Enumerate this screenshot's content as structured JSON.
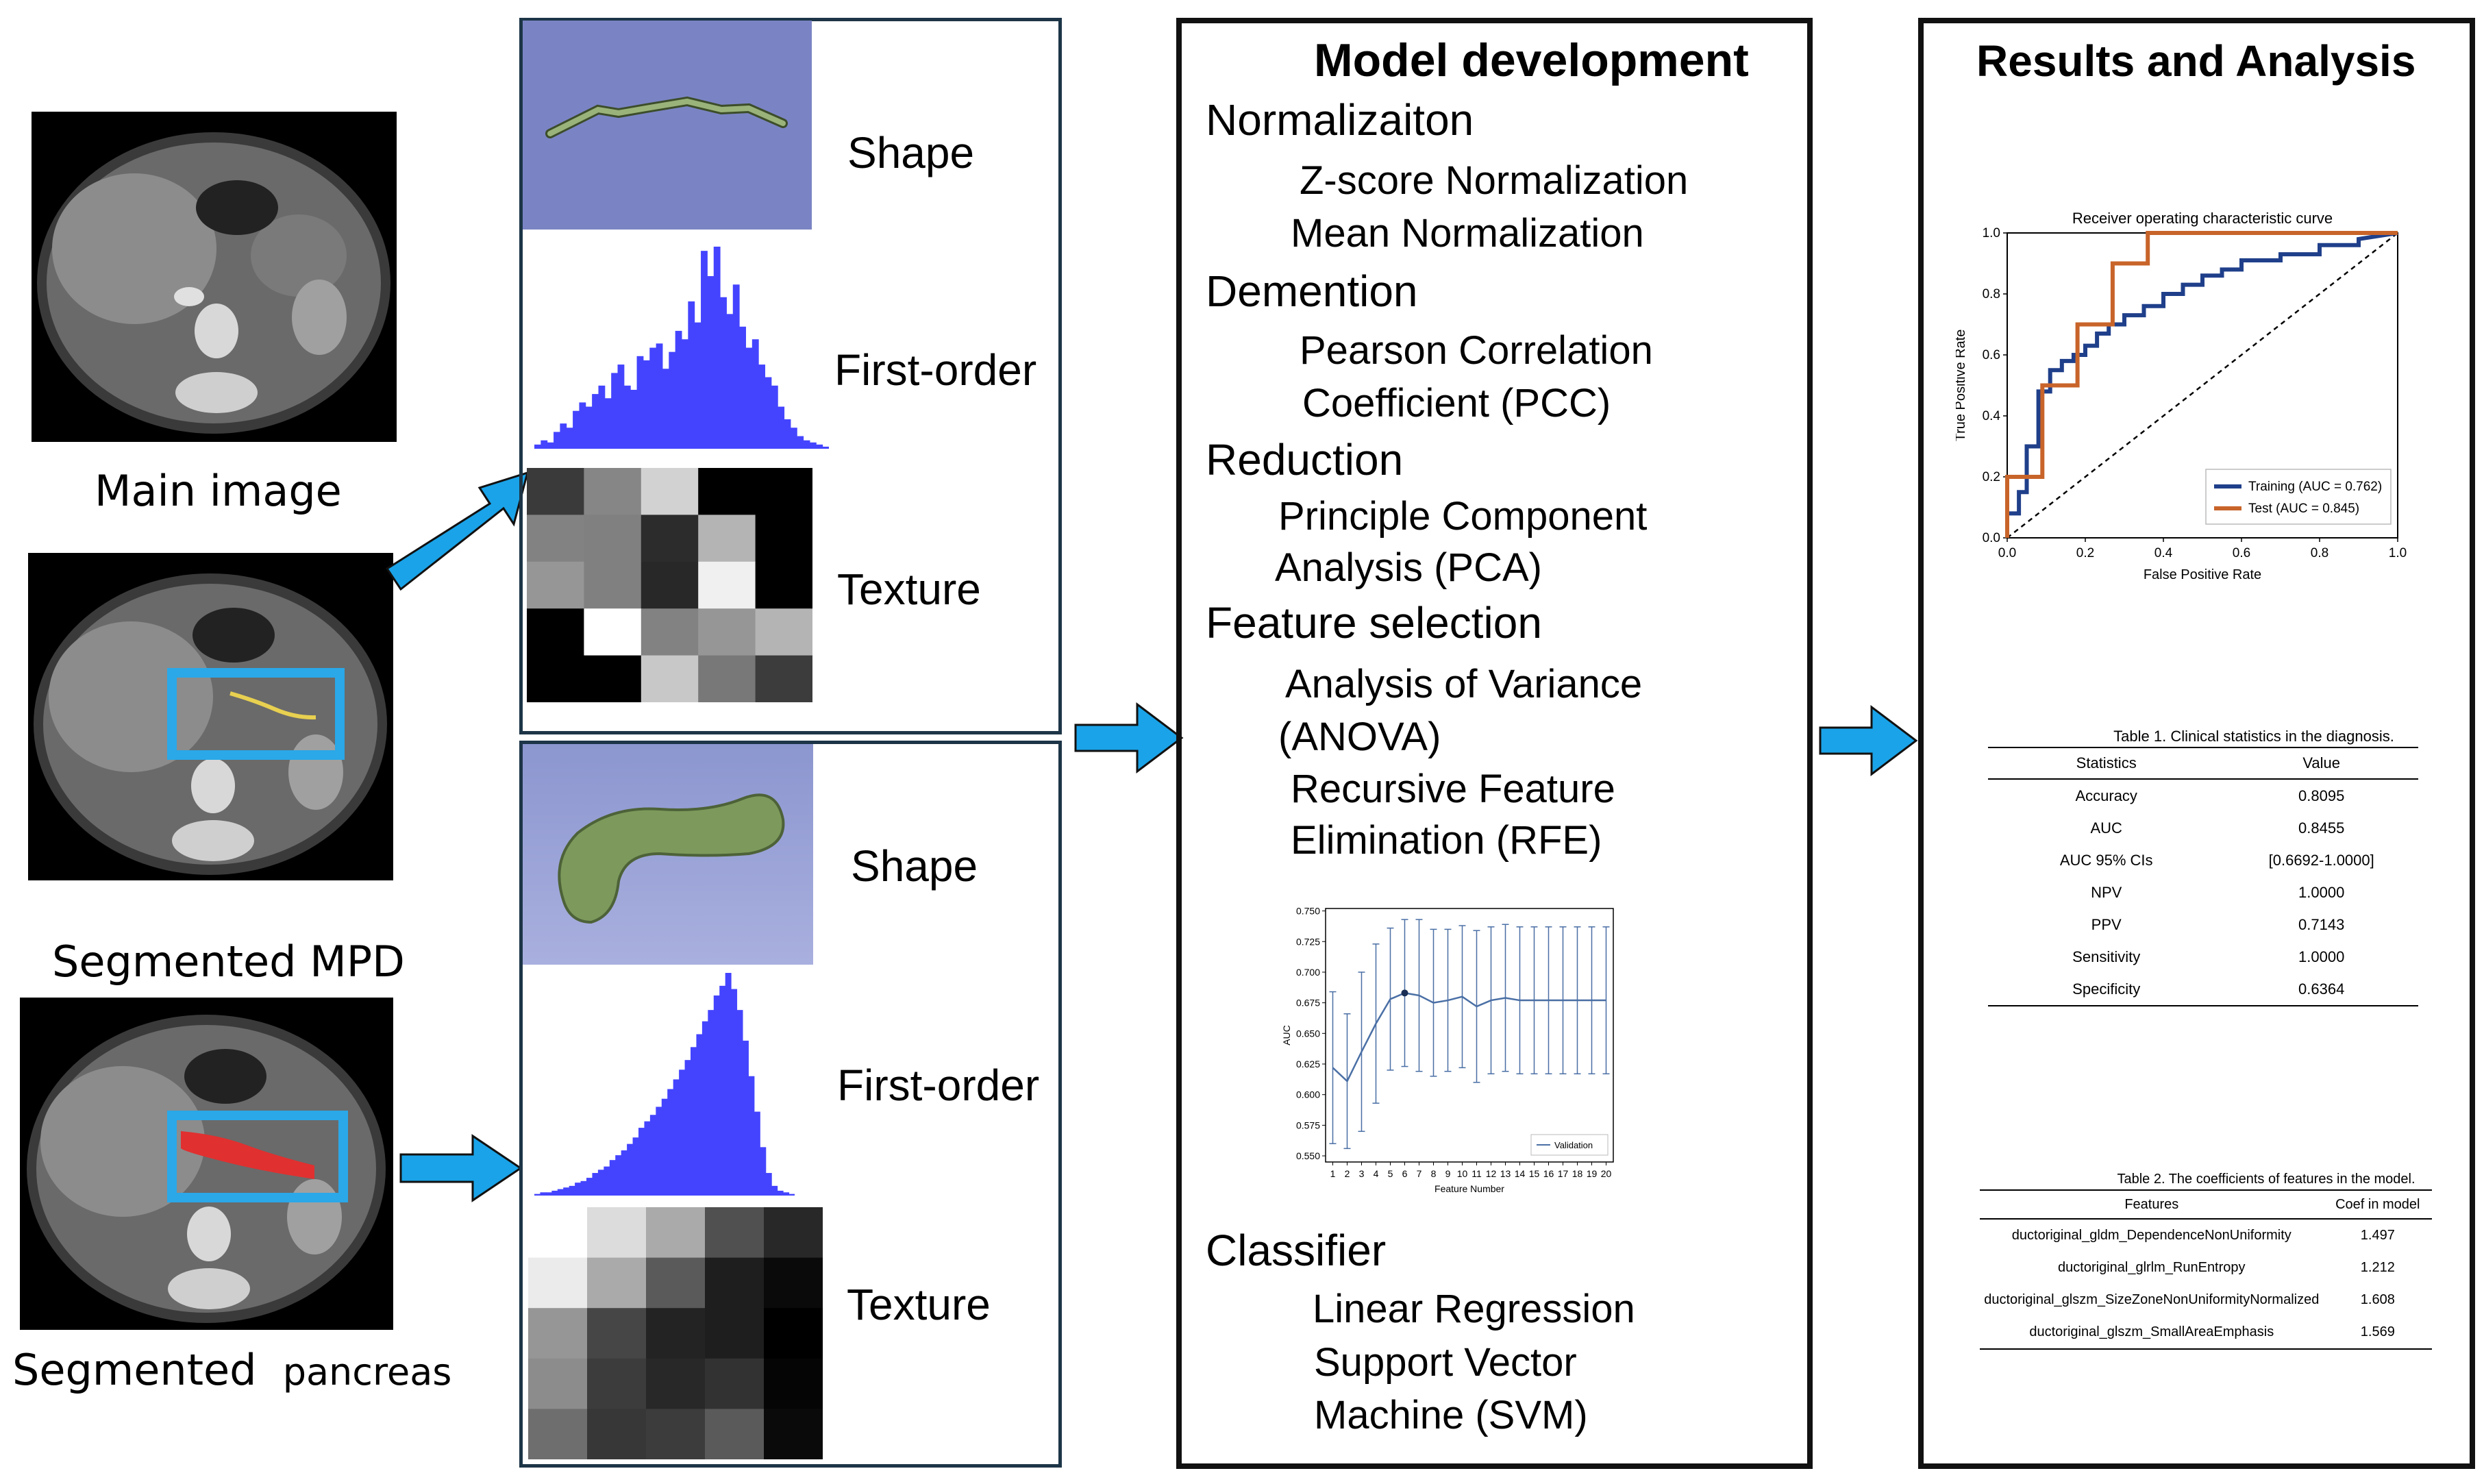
{
  "input_images": {
    "main_label": "Main image",
    "mpd_label": "Segmented MPD",
    "pancreas_label_a": "Segmented",
    "pancreas_label_b": "pancreas"
  },
  "feature_panels": {
    "mpd": {
      "shape": "Shape",
      "first_order": "First-order",
      "texture": "Texture"
    },
    "pancreas": {
      "shape": "Shape",
      "first_order": "First-order",
      "texture": "Texture"
    }
  },
  "model_development": {
    "title": "Model development",
    "sections": [
      {
        "heading": "Normalizaiton",
        "items": [
          "Z-score Normalization",
          "Mean Normalization"
        ]
      },
      {
        "heading": "Demention",
        "items": [
          "Pearson Correlation",
          "Coefficient (PCC)"
        ]
      },
      {
        "heading": "Reduction",
        "items": [
          "Principle Component",
          "Analysis (PCA)"
        ]
      },
      {
        "heading": "Feature selection",
        "items": [
          "Analysis of Variance",
          "(ANOVA)",
          "Recursive Feature",
          "Elimination (RFE)"
        ]
      },
      {
        "heading": "Classifier",
        "items": [
          "Linear Regression",
          "Support Vector",
          "Machine  (SVM)"
        ]
      }
    ]
  },
  "results": {
    "title": "Results and Analysis",
    "table1": {
      "caption": "Table 1. Clinical statistics in the diagnosis.",
      "headers": [
        "Statistics",
        "Value"
      ],
      "rows": [
        [
          "Accuracy",
          "0.8095"
        ],
        [
          "AUC",
          "0.8455"
        ],
        [
          "AUC 95% CIs",
          "[0.6692-1.0000]"
        ],
        [
          "NPV",
          "1.0000"
        ],
        [
          "PPV",
          "0.7143"
        ],
        [
          "Sensitivity",
          "1.0000"
        ],
        [
          "Specificity",
          "0.6364"
        ]
      ]
    },
    "table2": {
      "caption": "Table 2. The coefficients of features in the model.",
      "headers": [
        "Features",
        "Coef in model"
      ],
      "rows": [
        [
          "ductoriginal_gldm_DependenceNonUniformity",
          "1.497"
        ],
        [
          "ductoriginal_glrlm_RunEntropy",
          "1.212"
        ],
        [
          "ductoriginal_glszm_SizeZoneNonUniformityNormalized",
          "1.608"
        ],
        [
          "ductoriginal_glszm_SmallAreaEmphasis",
          "1.569"
        ]
      ]
    }
  },
  "colors": {
    "arrow_fill": "#1aa3e8",
    "highlight_box": "#2aa8e8",
    "histogram": "#4444ff",
    "shape_bg_top": "#7a84c4",
    "training_line": "#1f3f8a",
    "test_line": "#c8642a",
    "rfe_line": "#4a6fa5",
    "pancreas_overlay": "#e03030",
    "mpd_overlay": "#e8d050"
  },
  "chart_data": [
    {
      "type": "line",
      "title": "Receiver operating characteristic curve",
      "xlabel": "False Positive Rate",
      "ylabel": "True Positive Rate",
      "xlim": [
        0,
        1
      ],
      "ylim": [
        0,
        1
      ],
      "xticks": [
        "0.0",
        "0.2",
        "0.4",
        "0.6",
        "0.8",
        "1.0"
      ],
      "yticks": [
        "0.0",
        "0.2",
        "0.4",
        "0.6",
        "0.8",
        "1.0"
      ],
      "legend_position": "lower-right",
      "series": [
        {
          "name": "Training (AUC = 0.762)",
          "x": [
            0,
            0,
            0.03,
            0.03,
            0.05,
            0.05,
            0.08,
            0.08,
            0.11,
            0.11,
            0.14,
            0.14,
            0.17,
            0.17,
            0.2,
            0.2,
            0.23,
            0.23,
            0.26,
            0.26,
            0.3,
            0.3,
            0.35,
            0.35,
            0.4,
            0.4,
            0.45,
            0.45,
            0.5,
            0.5,
            0.55,
            0.55,
            0.6,
            0.6,
            0.7,
            0.7,
            0.8,
            0.8,
            0.9,
            0.9,
            1.0
          ],
          "y": [
            0,
            0.08,
            0.08,
            0.15,
            0.15,
            0.3,
            0.3,
            0.48,
            0.48,
            0.55,
            0.55,
            0.58,
            0.58,
            0.6,
            0.6,
            0.63,
            0.63,
            0.67,
            0.67,
            0.7,
            0.7,
            0.73,
            0.73,
            0.76,
            0.76,
            0.8,
            0.8,
            0.83,
            0.83,
            0.86,
            0.86,
            0.88,
            0.88,
            0.91,
            0.91,
            0.93,
            0.93,
            0.96,
            0.96,
            0.98,
            1.0
          ]
        },
        {
          "name": "Test (AUC = 0.845)",
          "x": [
            0,
            0,
            0.09,
            0.09,
            0.18,
            0.18,
            0.27,
            0.27,
            0.36,
            0.36,
            1.0
          ],
          "y": [
            0,
            0.2,
            0.2,
            0.5,
            0.5,
            0.7,
            0.7,
            0.9,
            0.9,
            1.0,
            1.0
          ]
        }
      ]
    },
    {
      "type": "line",
      "title": "",
      "xlabel": "Feature Number",
      "ylabel": "AUC",
      "xlim": [
        0.5,
        20.5
      ],
      "ylim": [
        0.545,
        0.752
      ],
      "yticks": [
        "0.550",
        "0.575",
        "0.600",
        "0.625",
        "0.650",
        "0.675",
        "0.700",
        "0.725",
        "0.750"
      ],
      "legend_position": "lower-right",
      "series": [
        {
          "name": "Validation",
          "x": [
            1,
            2,
            3,
            4,
            5,
            6,
            7,
            8,
            9,
            10,
            11,
            12,
            13,
            14,
            15,
            16,
            17,
            18,
            19,
            20
          ],
          "y": [
            0.622,
            0.611,
            0.635,
            0.658,
            0.678,
            0.683,
            0.681,
            0.675,
            0.677,
            0.68,
            0.672,
            0.677,
            0.679,
            0.677,
            0.677,
            0.677,
            0.677,
            0.677,
            0.677,
            0.677
          ],
          "err": [
            0.062,
            0.055,
            0.065,
            0.065,
            0.058,
            0.06,
            0.062,
            0.06,
            0.058,
            0.058,
            0.062,
            0.06,
            0.06,
            0.06,
            0.06,
            0.06,
            0.06,
            0.06,
            0.06,
            0.06
          ]
        }
      ]
    }
  ]
}
